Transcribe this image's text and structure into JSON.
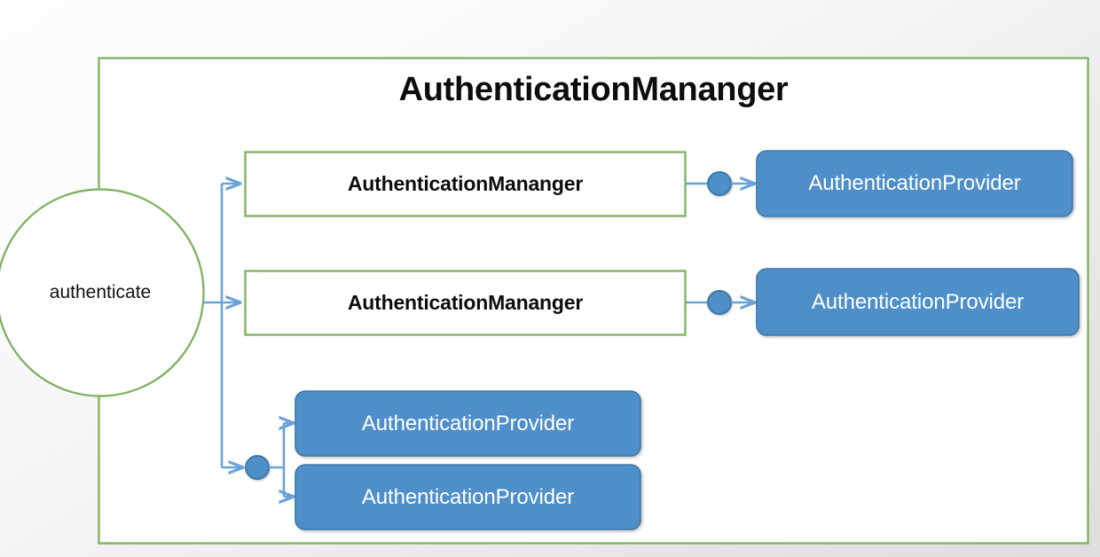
{
  "diagram": {
    "title": "AuthenticationMananger",
    "entry_node": {
      "label": "authenticate",
      "shape": "circle",
      "border_color": "#82b366",
      "fill_color": "#ffffff",
      "text_color": "#111111"
    },
    "container": {
      "border_color": "#82b366",
      "fill_color": "#ffffff"
    },
    "palette": {
      "green_border": "#82b366",
      "blue_fill": "#4f8fc9",
      "blue_border": "#3c78a8",
      "connector_line": "#6ba3d6",
      "white_fill": "#ffffff",
      "title_text": "#0d0d0d",
      "background_from": "#fdfdfd",
      "background_to": "#dedede"
    },
    "rows": [
      {
        "id": "row-1",
        "manager_label": "AuthenticationMananger",
        "connector": "junction-dot",
        "provider_label": "AuthenticationProvider"
      },
      {
        "id": "row-2",
        "manager_label": "AuthenticationMananger",
        "connector": "junction-dot",
        "provider_label": "AuthenticationProvider"
      },
      {
        "id": "row-3",
        "connector": "junction-dot",
        "providers": [
          {
            "label": "AuthenticationProvider"
          },
          {
            "label": "AuthenticationProvider"
          }
        ]
      }
    ]
  }
}
